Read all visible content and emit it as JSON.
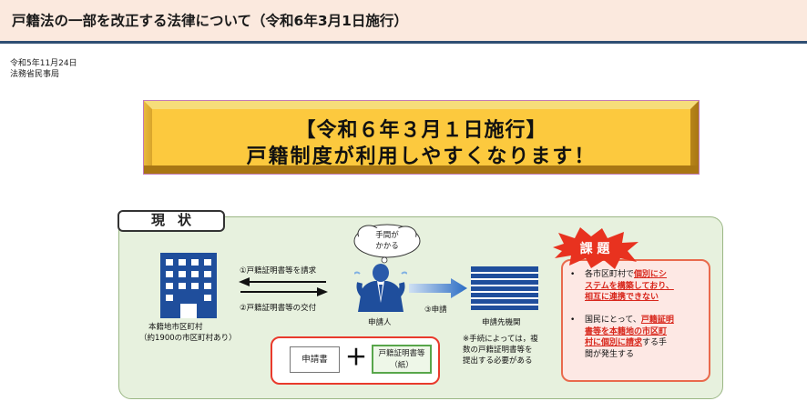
{
  "page": {
    "title": "戸籍法の一部を改正する法律について（令和6年3月1日施行）",
    "date": "令和5年11月24日",
    "agency": "法務省民事局"
  },
  "banner": {
    "line1": "【令和６年３月１日施行】",
    "line2": "戸籍制度が利用しやすくなります！"
  },
  "diagram": {
    "tag": "現状",
    "office_label_1": "本籍地市区町村",
    "office_label_2": "（約1900の市区町村あり）",
    "arrow_request": "①戸籍証明書等を請求",
    "arrow_issue": "②戸籍証明書等の交付",
    "thought_1": "手間が",
    "thought_2": "かかる",
    "applicant_label": "申請人",
    "apply_label": "③申請",
    "agency_label": "申請先機関",
    "note_1": "※手続によっては，複",
    "note_2": "数の戸籍証明書等を",
    "note_3": "提出する必要がある",
    "form_label": "申請書",
    "plus": "＋",
    "cert_1": "戸籍証明書等",
    "cert_2": "（紙）",
    "issue_title": "課 題",
    "issue1": {
      "a": "各市区町村で",
      "b": "個別にシ",
      "c": "ステムを構築しており、",
      "d": "相互に連携できない"
    },
    "issue2": {
      "a": "国民にとって、",
      "b": "戸籍証明",
      "c": "書等を本籍地の市区町",
      "d": "村に個別に請求",
      "e": "する手",
      "f": "間が発生する"
    }
  },
  "colors": {
    "header_bg": "#fbe9de",
    "header_rule": "#2f4e73",
    "banner_face": "#fcc93e",
    "panel_bg": "#e7f1de",
    "building_blue": "#1f4e9c",
    "alert_red": "#e8321f"
  },
  "icons": [
    "city-hall-building-icon",
    "agency-building-icon",
    "applicant-person-icon",
    "thought-cloud-icon",
    "alert-burst-icon",
    "arrow-right-icon"
  ]
}
